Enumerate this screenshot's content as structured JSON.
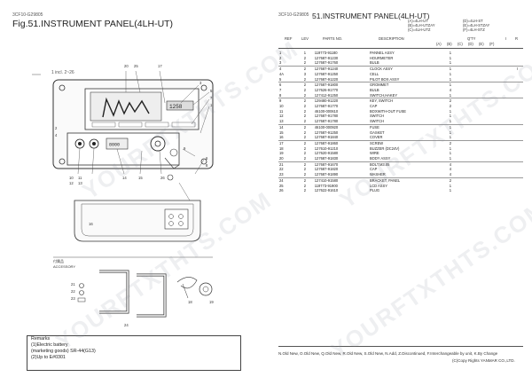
{
  "left": {
    "code": "3CF10-G29805",
    "title": "Fig.51.INSTRUMENT PANEL(4LH-UT)",
    "incl_note": "1 incl. 2~26",
    "callouts": [
      "20",
      "25",
      "17",
      "3",
      "5",
      "7",
      "1",
      "9",
      "6",
      "8",
      "2",
      "4",
      "10",
      "11",
      "12",
      "13",
      "14",
      "15",
      "16",
      "21",
      "22",
      "23",
      "24",
      "26",
      "18",
      "19"
    ],
    "accessory_label_ja": "付属品",
    "accessory_label": "ACCESSORY",
    "remarks_title": "Remarks",
    "remarks_lines": [
      "(1)Electric battery",
      "(marketing goods) SR-44(G13)",
      "(2)Up to E#0301"
    ]
  },
  "right": {
    "code": "3CF10-G29805",
    "title": "51.INSTRUMENT PANEL(4LH-UT)",
    "model_codes_left": [
      "(A)=4LH-UT",
      "(B)=4LH-UTZAY",
      "(C)=4LH-UTZ"
    ],
    "model_codes_right": [
      "(D)=4LH-ST",
      "(E)=4LH-STZAY",
      "(F)=4LH-STZ"
    ],
    "col_ref": "REF",
    "col_lev": "LEV",
    "col_parts": "PARTS NO.",
    "col_desc": "DESCRIPTION",
    "col_qty": "Q'TY",
    "qty_cols": [
      "(A)",
      "(B)",
      "(C)",
      "(D)",
      "(E)",
      "(F)",
      "I",
      "R"
    ],
    "rows": [
      {
        "ref": "1",
        "lev": "1",
        "pn": "119773-91180",
        "desc": "PANNEL ASSY",
        "qty": "1",
        "r": ""
      },
      {
        "ref": "2",
        "lev": "2",
        "pn": "127687-91230",
        "desc": "HOURMETER",
        "qty": "1",
        "r": ""
      },
      {
        "ref": "3",
        "lev": "2",
        "pn": "127687-91760",
        "desc": "BULB",
        "qty": "1",
        "r": ""
      },
      {
        "ref": "4",
        "lev": "2",
        "pn": "127687-91240",
        "desc": "CLOCK ASSY",
        "qty": "1",
        "r": "I"
      },
      {
        "ref": "4A",
        "lev": "3",
        "pn": "127687-91250",
        "desc": "CELL",
        "qty": "1",
        "r": ""
      },
      {
        "ref": "5",
        "lev": "2",
        "pn": "127687-91220",
        "desc": "PILOT BOX ASSY",
        "qty": "1",
        "r": ""
      },
      {
        "ref": "6",
        "lev": "2",
        "pn": "127687-91800",
        "desc": "GROMMET",
        "qty": "1",
        "r": ""
      },
      {
        "ref": "7",
        "lev": "2",
        "pn": "127626-91770",
        "desc": "BULB",
        "qty": "4",
        "r": ""
      },
      {
        "ref": "8",
        "lev": "2",
        "pn": "127412-91250",
        "desc": "SWITCH,HAKEY",
        "qty": "1",
        "r": ""
      },
      {
        "ref": "9",
        "lev": "2",
        "pn": "129480-91220",
        "desc": "KEY, SWITCH",
        "qty": "2",
        "r": ""
      },
      {
        "ref": "10",
        "lev": "2",
        "pn": "127687-91770",
        "desc": "CAP",
        "qty": "2",
        "r": ""
      },
      {
        "ref": "11",
        "lev": "2",
        "pn": "46100-000610",
        "desc": "BOXWITH-OUT FUSE",
        "qty": "1",
        "r": ""
      },
      {
        "ref": "12",
        "lev": "2",
        "pn": "127687-91780",
        "desc": "SWITCH",
        "qty": "1",
        "r": ""
      },
      {
        "ref": "13",
        "lev": "2",
        "pn": "127687-91780",
        "desc": "SWITCH",
        "qty": "1",
        "r": ""
      },
      {
        "ref": "14",
        "lev": "2",
        "pn": "46100-000920",
        "desc": "FUSE",
        "qty": "1",
        "r": ""
      },
      {
        "ref": "15",
        "lev": "2",
        "pn": "127687-91250",
        "desc": "GASKET",
        "qty": "1",
        "r": ""
      },
      {
        "ref": "16",
        "lev": "2",
        "pn": "127687-91840",
        "desc": "COVER",
        "qty": "1",
        "r": ""
      },
      {
        "ref": "17",
        "lev": "2",
        "pn": "127687-91860",
        "desc": "SCREW",
        "qty": "2",
        "r": ""
      },
      {
        "ref": "18",
        "lev": "2",
        "pn": "127610-91210",
        "desc": "BUZZER (DC24V)",
        "qty": "1",
        "r": ""
      },
      {
        "ref": "19",
        "lev": "2",
        "pn": "127620-91580",
        "desc": "WIRE",
        "qty": "1",
        "r": ""
      },
      {
        "ref": "20",
        "lev": "2",
        "pn": "127687-91830",
        "desc": "BODY ASSY",
        "qty": "1",
        "r": ""
      },
      {
        "ref": "21",
        "lev": "2",
        "pn": "127687-91670",
        "desc": "BOLT,M3.05",
        "qty": "4",
        "r": ""
      },
      {
        "ref": "22",
        "lev": "2",
        "pn": "127687-91820",
        "desc": "CAP",
        "qty": "4",
        "r": ""
      },
      {
        "ref": "23",
        "lev": "2",
        "pn": "127687-91890",
        "desc": "WASHER",
        "qty": "4",
        "r": ""
      },
      {
        "ref": "24",
        "lev": "2",
        "pn": "127410-91580",
        "desc": "BRACKET, PANEL",
        "qty": "2",
        "r": ""
      },
      {
        "ref": "25",
        "lev": "2",
        "pn": "119773-91900",
        "desc": "LCD ASSY",
        "qty": "1",
        "r": ""
      },
      {
        "ref": "26",
        "lev": "2",
        "pn": "127622-91610",
        "desc": "PLUG",
        "qty": "1",
        "r": ""
      }
    ],
    "footer_legend": "N.Old  New, O.Old  New, Q.Old  New, R.Old  New, S.Old  New, N.Add, Z.Discontinued, F.Interchangeable by unit, K.By Change",
    "copyright": "(C)Copy Rights YANMAR CO.,LTD."
  },
  "watermark": "YOURFTXTHTS.COM"
}
